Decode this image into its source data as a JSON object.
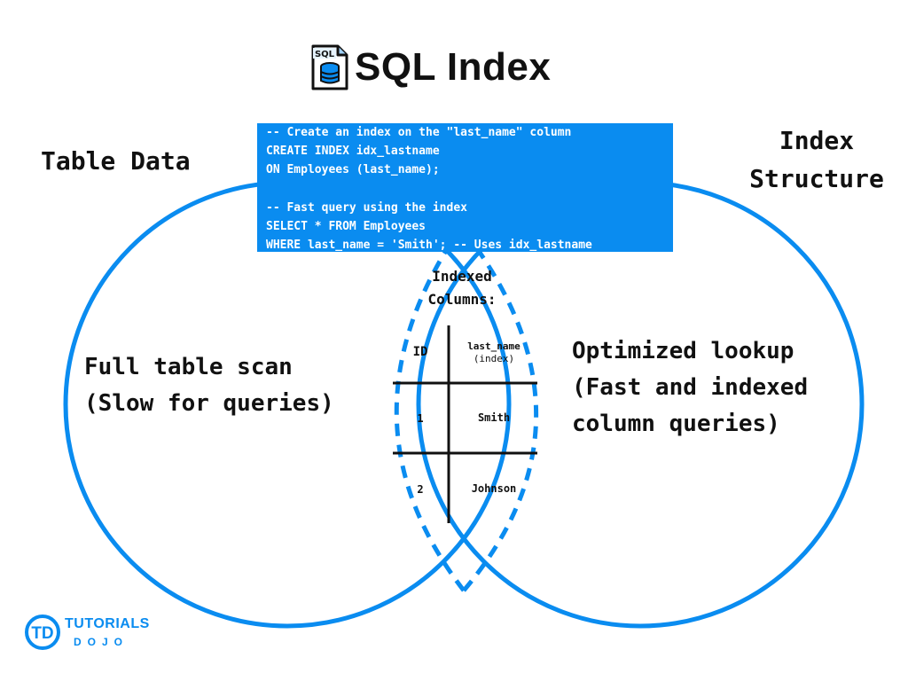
{
  "title": "SQL Index",
  "title_icon": "sql-database-file-icon",
  "icon_label": "SQL",
  "left_heading": "Table Data",
  "right_heading": "Index\nStructure",
  "code_lines": [
    "-- Create an index on the \"last_name\" column",
    "CREATE INDEX idx_lastname",
    "ON Employees (last_name);",
    "",
    "-- Fast query using the index",
    "SELECT * FROM Employees",
    "WHERE last_name = 'Smith'; -- Uses idx_lastname"
  ],
  "left_text": [
    "Full table scan",
    "(Slow for queries)"
  ],
  "right_text": [
    "Optimized lookup",
    "(Fast and indexed",
    "column queries)"
  ],
  "center_label": [
    "Indexed",
    "Columns:"
  ],
  "table": {
    "headers": {
      "id": "ID",
      "name": "last_name",
      "name_note": "(index)"
    },
    "rows": [
      {
        "id": "1",
        "name": "Smith"
      },
      {
        "id": "2",
        "name": "Johnson"
      }
    ]
  },
  "logo": {
    "top": "TUTORIALS",
    "bottom": "DOJO",
    "mark": "TD"
  },
  "colors": {
    "accent": "#0a8cf0",
    "text": "#111111",
    "background": "#ffffff"
  }
}
